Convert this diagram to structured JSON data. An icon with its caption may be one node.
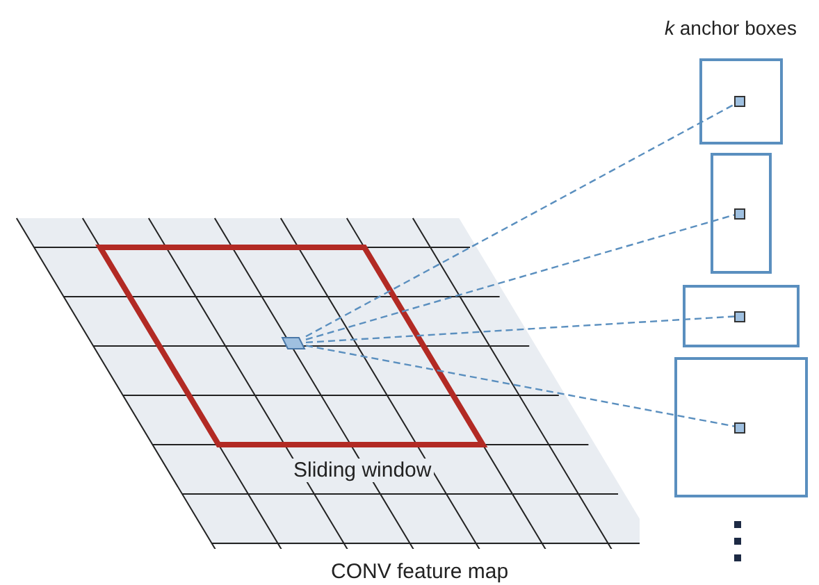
{
  "diagram": {
    "nodes": [
      {
        "text": [],
        "shape": "box"
      },
      {
        "text": [],
        "shape": "box"
      },
      {
        "text": [],
        "shape": "box"
      },
      {
        "text": [],
        "shape": "box"
      },
      {
        "text": [],
        "shape": "box"
      },
      {
        "text": [],
        "shape": "box",
        "in": 1
      },
      {
        "text": [],
        "shape": "box",
        "in": 2
      },
      {
        "text": [],
        "shape": "box",
        "in": 3
      },
      {
        "text": [],
        "shape": "box",
        "in": 4
      }
    ],
    "edges": [
      {
        "from": 0,
        "to": 5,
        "arrow": "none",
        "style": "dashed"
      },
      {
        "from": 0,
        "to": 6,
        "arrow": "none",
        "style": "dashed"
      },
      {
        "from": 0,
        "to": 7,
        "arrow": "none",
        "style": "dashed"
      },
      {
        "from": 0,
        "to": 8,
        "arrow": "none",
        "style": "dashed"
      }
    ],
    "labels": [
      "*k* anchor boxes",
      "Sliding window",
      "CONV feature map"
    ]
  }
}
